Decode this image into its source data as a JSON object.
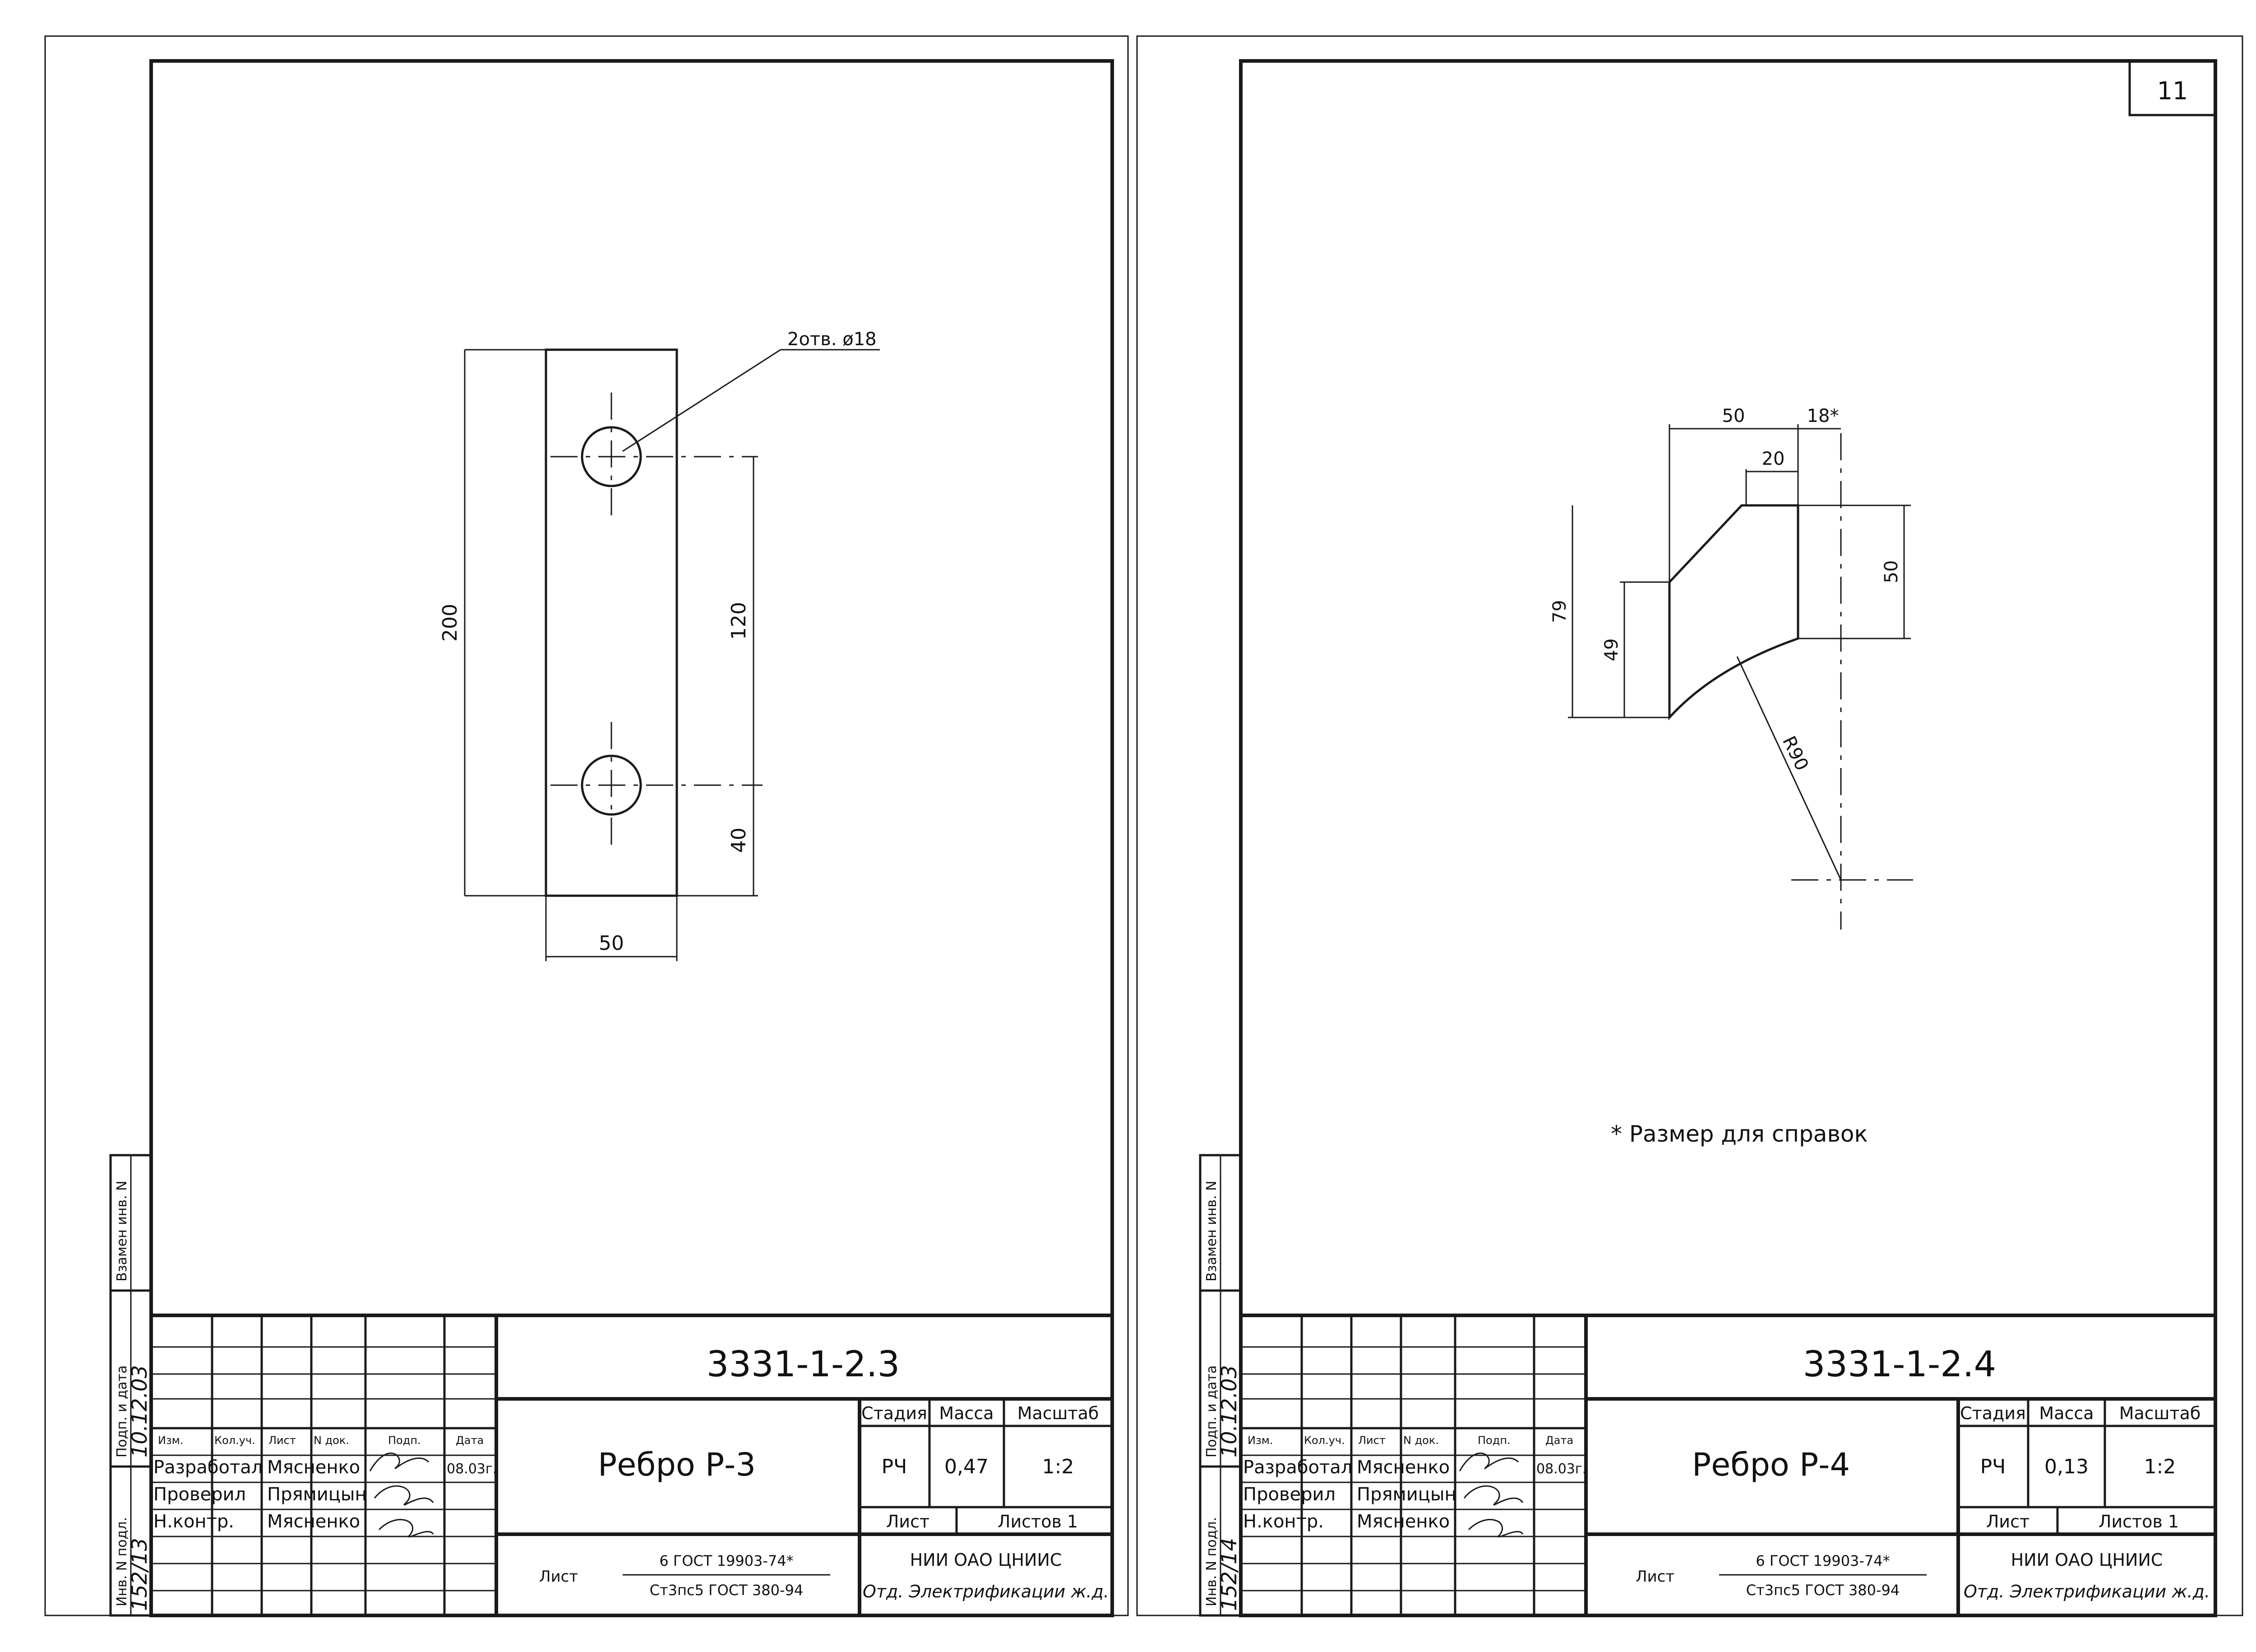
{
  "sheets": [
    {
      "sheet_number": "",
      "doc_code": "3331-1-2.3",
      "part_name": "Ребро Р-3",
      "stage_header": "Стадия",
      "mass_header": "Масса",
      "scale_header": "Масштаб",
      "stage": "РЧ",
      "mass": "0,47",
      "scale": "1:2",
      "sheet_label": "Лист",
      "sheets_label": "Листов 1",
      "material_label": "Лист",
      "material_top": "6 ГОСТ 19903-74*",
      "material_bottom": "Ст3пс5 ГОСТ 380-94",
      "org_line1": "НИИ  ОАО ЦНИИС",
      "org_line2": "Отд. Электрификации ж.д.",
      "col_izm": "Изм.",
      "col_koluch": "Кол.уч.",
      "col_list": "Лист",
      "col_ndok": "N док.",
      "col_podp": "Подп.",
      "col_data": "Дата",
      "role_dev": "Разработал",
      "role_check": "Проверил",
      "role_norm": "Н.контр.",
      "name_dev": "Мясненко",
      "name_check": "Прямицын",
      "name_norm": "Мясненко",
      "date_dev": "08.03г.",
      "side_inv_sub": "Взамен инв. N",
      "side_sign_date": "Подп. и дата",
      "side_inv_orig": "Инв. N подл.",
      "side_hand_num": "152/13",
      "side_hand_sign": "10.12.03",
      "dims": {
        "hole_note": "2отв. ø18",
        "height": "200",
        "spacing": "120",
        "edge": "40",
        "width": "50"
      }
    },
    {
      "sheet_number": "11",
      "doc_code": "3331-1-2.4",
      "part_name": "Ребро Р-4",
      "stage_header": "Стадия",
      "mass_header": "Масса",
      "scale_header": "Масштаб",
      "stage": "РЧ",
      "mass": "0,13",
      "scale": "1:2",
      "sheet_label": "Лист",
      "sheets_label": "Листов 1",
      "material_label": "Лист",
      "material_top": "6 ГОСТ 19903-74*",
      "material_bottom": "Ст3пс5 ГОСТ 380-94",
      "org_line1": "НИИ  ОАО ЦНИИС",
      "org_line2": "Отд. Электрификации ж.д.",
      "col_izm": "Изм.",
      "col_koluch": "Кол.уч.",
      "col_list": "Лист",
      "col_ndok": "N док.",
      "col_podp": "Подп.",
      "col_data": "Дата",
      "role_dev": "Разработал",
      "role_check": "Проверил",
      "role_norm": "Н.контр.",
      "name_dev": "Мясненко",
      "name_check": "Прямицын",
      "name_norm": "Мясненко",
      "date_dev": "08.03г.",
      "side_inv_sub": "Взамен инв. N",
      "side_sign_date": "Подп. и дата",
      "side_inv_orig": "Инв. N подл.",
      "side_hand_num": "152/14",
      "side_hand_sign": "10.12.03",
      "note": "* Размер для справок",
      "dims": {
        "top_width": "50",
        "top_ref": "18*",
        "step": "20",
        "right_height": "50",
        "total_height": "79",
        "left_height": "49",
        "radius": "R90"
      }
    }
  ]
}
